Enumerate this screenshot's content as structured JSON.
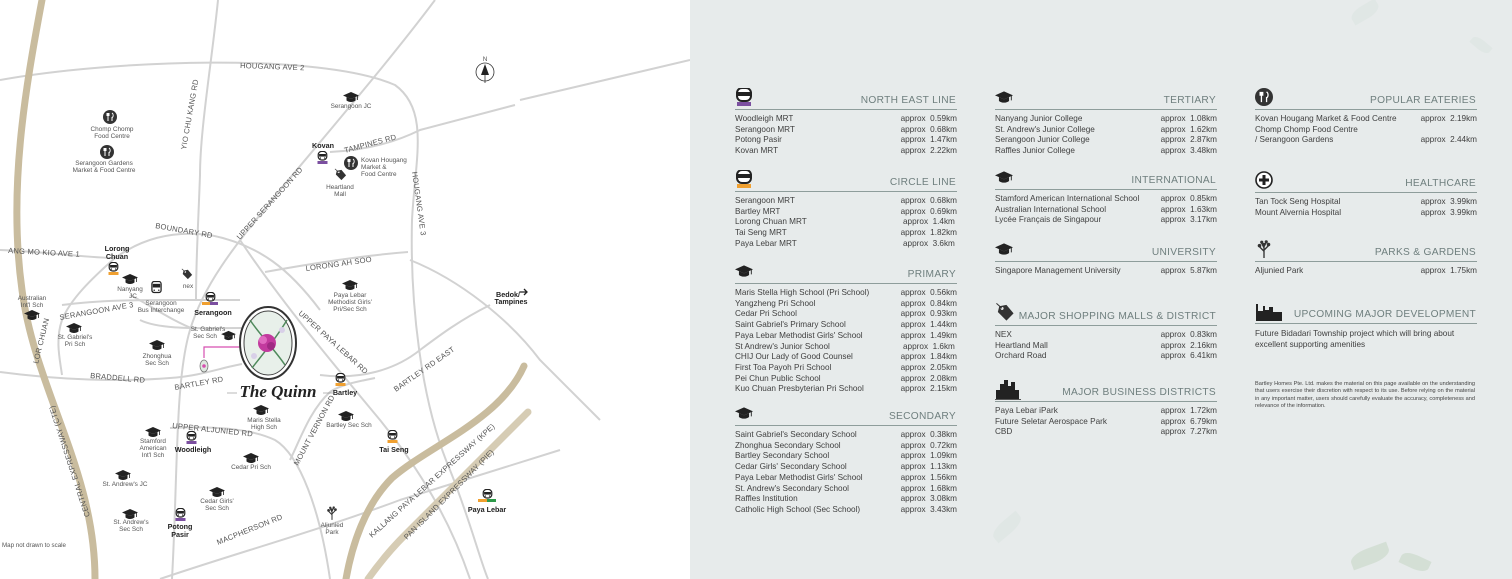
{
  "map": {
    "roads": {
      "hougang_ave_2": "HOUGANG AVE 2",
      "yio_chu_kang": "YIO CHU KANG RD",
      "tampines": "TAMPINES RD",
      "upper_serangoon": "UPPER SERANGOON RD",
      "hougang_ave_3": "HOUGANG AVE 3",
      "boundary": "BOUNDARY RD",
      "amk_ave_1": "ANG MO KIO AVE 1",
      "lorong_ah_soo": "LORONG AH SOO",
      "serangoon_ave_3": "SERANGOON AVE 3",
      "lor_chuan": "LOR CHUAN",
      "braddell": "BRADDELL RD",
      "bartley": "BARTLEY RD",
      "upper_paya_lebar": "UPPER PAYA LEBAR RD",
      "bartley_east": "BARTLEY RD EAST",
      "upper_aljunied": "UPPER ALJUNIED RD",
      "mount_vernon": "MOUNT VERNON RD",
      "cte": "CENTRAL EXPRESSWAY (CTE)",
      "kpe": "KALLANG PAYA LEBAR EXPRESSWAY (KPE)",
      "pie": "PAN ISLAND EXPRESSWAY (PIE)",
      "macpherson": "MACPHERSON RD"
    },
    "places": {
      "chomp": [
        "Chomp Chomp",
        "Food Centre"
      ],
      "serangoon_gardens": [
        "Serangoon Gardens",
        "Market & Food Centre"
      ],
      "serangoon_jc": [
        "Serangoon JC"
      ],
      "kovan_hougang": [
        "Kovan Hougang",
        "Market &",
        "Food Centre"
      ],
      "heartland": [
        "Heartland",
        "Mall"
      ],
      "nanyang": [
        "Nanyang",
        "JC"
      ],
      "nex": [
        "nex"
      ],
      "bus_interchange": [
        "Serangoon",
        "Bus Interchange"
      ],
      "australian": [
        "Australian",
        "Int'l Sch"
      ],
      "st_gabriels_pri": [
        "St. Gabriel's",
        "Pri Sch"
      ],
      "st_gabriels_sec": [
        "St. Gabriel's",
        "Sec Sch"
      ],
      "zhonghua": [
        "Zhonghua",
        "Sec Sch"
      ],
      "plmgs": [
        "Paya Lebar",
        "Methodist Girls'",
        "Pri/Sec Sch"
      ],
      "maris_stella": [
        "Maris Stella",
        "High Sch"
      ],
      "bartley_sec": [
        "Bartley Sec Sch"
      ],
      "stamford": [
        "Stamford",
        "American",
        "Int'l Sch"
      ],
      "cedar_pri": [
        "Cedar Pri Sch"
      ],
      "st_andrews_jc": [
        "St. Andrew's JC"
      ],
      "cedar_girls": [
        "Cedar Girls'",
        "Sec Sch"
      ],
      "st_andrews_sec": [
        "St. Andrew's",
        "Sec Sch"
      ],
      "aljunied_park": [
        "Aljunied",
        "Park"
      ]
    },
    "stations": {
      "kovan": [
        "Kovan"
      ],
      "lorong_chuan": [
        "Lorong",
        "Chuan"
      ],
      "serangoon": [
        "Serangoon"
      ],
      "bartley": [
        "Bartley"
      ],
      "tai_seng": [
        "Tai Seng"
      ],
      "woodleigh": [
        "Woodleigh"
      ],
      "potong_pasir": [
        "Potong",
        "Pasir"
      ],
      "paya_lebar": [
        "Paya Lebar"
      ],
      "bedok": [
        "Bedok/",
        "Tampines"
      ]
    },
    "compass": "N",
    "development_name": "The Quinn",
    "scale_note": "Map not drawn to scale",
    "colors": {
      "ne_line": "#7b4fa0",
      "circle_line": "#f0a030",
      "ew_line": "#2e9a4a",
      "expressway": "#c9bc9e",
      "road": "#d2d2d2",
      "marker": "#d64fb0"
    }
  },
  "panel": {
    "ne_line": {
      "title": "NORTH EAST LINE",
      "icon": "mrt-ne-icon",
      "rows": [
        {
          "name": "Woodleigh MRT",
          "dist": "approx  0.59km"
        },
        {
          "name": "Serangoon MRT",
          "dist": "approx  0.68km"
        },
        {
          "name": "Potong Pasir",
          "dist": "approx  1.47km"
        },
        {
          "name": "Kovan MRT",
          "dist": "approx  2.22km"
        }
      ]
    },
    "circle_line": {
      "title": "CIRCLE LINE",
      "icon": "mrt-cc-icon",
      "rows": [
        {
          "name": "Serangoon MRT",
          "dist": "approx  0.68km"
        },
        {
          "name": "Bartley MRT",
          "dist": "approx  0.69km"
        },
        {
          "name": "Lorong Chuan MRT",
          "dist": "approx  1.4km"
        },
        {
          "name": "Tai Seng MRT",
          "dist": "approx  1.82km"
        },
        {
          "name": "Paya Lebar MRT",
          "dist": "approx  3.6km"
        }
      ]
    },
    "primary": {
      "title": "PRIMARY",
      "icon": "graduation-cap-icon",
      "rows": [
        {
          "name": "Maris Stella High School (Pri School)",
          "dist": "approx  0.56km"
        },
        {
          "name": "Yangzheng Pri School",
          "dist": "approx  0.84km"
        },
        {
          "name": "Cedar Pri School",
          "dist": "approx  0.93km"
        },
        {
          "name": "Saint Gabriel's Primary School",
          "dist": "approx  1.44km"
        },
        {
          "name": "Paya Lebar Methodist Girls' School",
          "dist": "approx  1.49km"
        },
        {
          "name": "St Andrew's Junior School",
          "dist": "approx  1.6km"
        },
        {
          "name": "CHIJ Our Lady of Good Counsel",
          "dist": "approx  1.84km"
        },
        {
          "name": "First Toa Payoh Pri School",
          "dist": "approx  2.05km"
        },
        {
          "name": "Pei Chun Public School",
          "dist": "approx  2.08km"
        },
        {
          "name": "Kuo Chuan Presbyterian Pri School",
          "dist": "approx  2.15km"
        }
      ]
    },
    "secondary": {
      "title": "SECONDARY",
      "icon": "graduation-cap-icon",
      "rows": [
        {
          "name": "Saint Gabriel's Secondary School",
          "dist": "approx  0.38km"
        },
        {
          "name": "Zhonghua Secondary School",
          "dist": "approx  0.72km"
        },
        {
          "name": "Bartley Secondary School",
          "dist": "approx  1.09km"
        },
        {
          "name": "Cedar Girls' Secondary School",
          "dist": "approx  1.13km"
        },
        {
          "name": "Paya Lebar Methodist Girls' School",
          "dist": "approx  1.56km"
        },
        {
          "name": "St. Andrew's Secondary School",
          "dist": "approx  1.68km"
        },
        {
          "name": "Raffles Institution",
          "dist": "approx  3.08km"
        },
        {
          "name": "Catholic High School (Sec School)",
          "dist": "approx  3.43km"
        }
      ]
    },
    "tertiary": {
      "title": "TERTIARY",
      "icon": "graduation-cap-icon",
      "rows": [
        {
          "name": "Nanyang Junior College",
          "dist": "approx  1.08km"
        },
        {
          "name": "St. Andrew's Junior College",
          "dist": "approx  1.62km"
        },
        {
          "name": "Serangoon Junior College",
          "dist": "approx  2.87km"
        },
        {
          "name": "Raffles Junior College",
          "dist": "approx  3.48km"
        }
      ]
    },
    "international": {
      "title": "INTERNATIONAL",
      "icon": "graduation-cap-icon",
      "rows": [
        {
          "name": "Stamford American International School",
          "dist": "approx  0.85km"
        },
        {
          "name": "Australian International School",
          "dist": "approx  1.63km"
        },
        {
          "name": "Lycée Français de Singapour",
          "dist": "approx  3.17km"
        }
      ]
    },
    "university": {
      "title": "UNIVERSITY",
      "icon": "graduation-cap-icon",
      "rows": [
        {
          "name": "Singapore Management University",
          "dist": "approx  5.87km"
        }
      ]
    },
    "shopping": {
      "title": "MAJOR SHOPPING MALLS & DISTRICT",
      "icon": "price-tag-icon",
      "rows": [
        {
          "name": "NEX",
          "dist": "approx  0.83km"
        },
        {
          "name": "Heartland Mall",
          "dist": "approx  2.16km"
        },
        {
          "name": "Orchard Road",
          "dist": "approx  6.41km"
        }
      ]
    },
    "business": {
      "title": "MAJOR BUSINESS DISTRICTS",
      "icon": "city-skyline-icon",
      "rows": [
        {
          "name": "Paya Lebar iPark",
          "dist": "approx  1.72km"
        },
        {
          "name": "Future Seletar Aerospace Park",
          "dist": "approx  6.79km"
        },
        {
          "name": "CBD",
          "dist": "approx  7.27km"
        }
      ]
    },
    "eateries": {
      "title": "POPULAR EATERIES",
      "icon": "fork-knife-icon",
      "rows": [
        {
          "name": "Kovan Hougang Market & Food Centre",
          "dist": "approx  2.19km"
        },
        {
          "name": "Chomp Chomp Food Centre",
          "dist": ""
        },
        {
          "name": "/ Serangoon Gardens",
          "dist": "approx  2.44km"
        }
      ]
    },
    "healthcare": {
      "title": "HEALTHCARE",
      "icon": "medical-cross-icon",
      "rows": [
        {
          "name": "Tan Tock Seng Hospital",
          "dist": "approx  3.99km"
        },
        {
          "name": "Mount Alvernia Hospital",
          "dist": "approx  3.99km"
        }
      ]
    },
    "parks": {
      "title": "PARKS & GARDENS",
      "icon": "tree-icon",
      "rows": [
        {
          "name": "Aljunied Park",
          "dist": "approx  1.75km"
        }
      ]
    },
    "upcoming": {
      "title": "UPCOMING MAJOR DEVELOPMENT",
      "icon": "factory-icon",
      "text": "Future Bidadari Township project which will bring about excellent supporting amenities"
    },
    "disclaimer": "Bartley Homes Pte. Ltd. makes the material on this page available on the understanding that users exercise their discretion with respect to its use. Before relying on the material in any important matter, users should carefully evaluate the accuracy, completeness and relevance of the information."
  }
}
